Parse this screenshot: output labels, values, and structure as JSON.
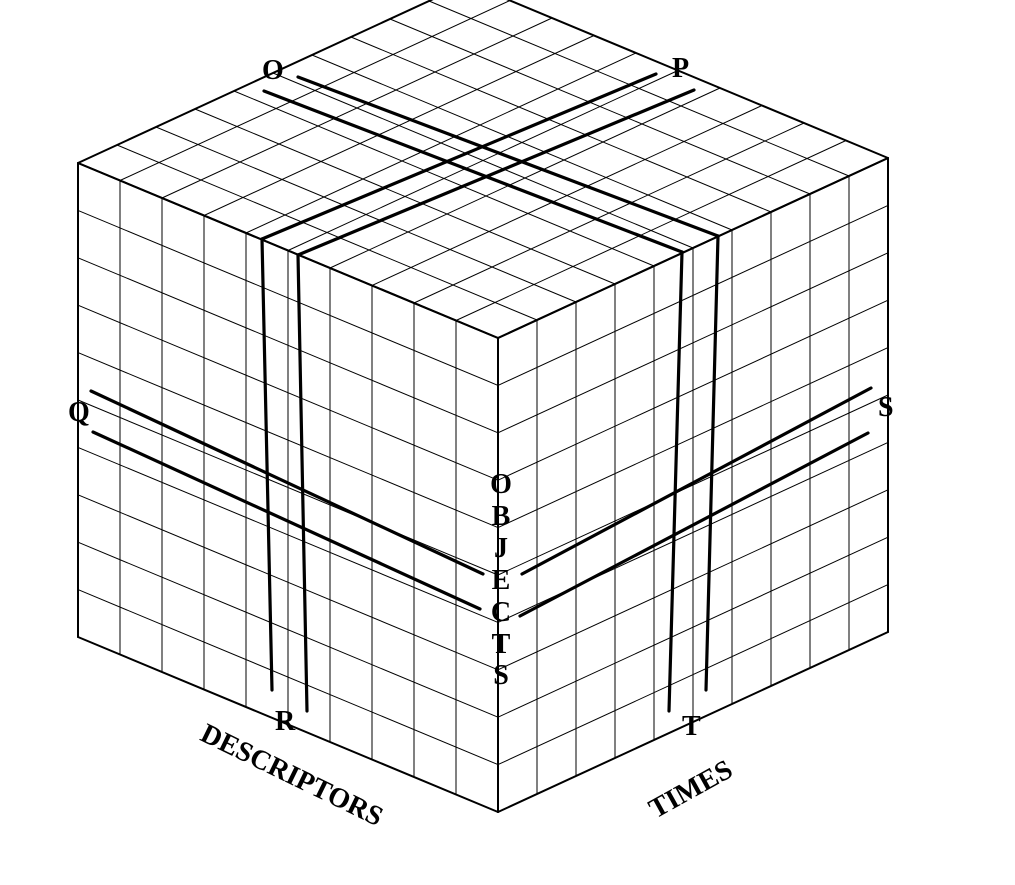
{
  "diagram": {
    "colors": {
      "background": "#ffffff",
      "ink": "#000000"
    },
    "grid_cells": 10,
    "slice_labels": {
      "o": "O",
      "p": "P",
      "q": "Q",
      "r": "R",
      "s": "S",
      "t": "T"
    },
    "axes": {
      "objects_letters": [
        "O",
        "B",
        "J",
        "E",
        "C",
        "T",
        "S"
      ],
      "descriptors": "DESCRIPTORS",
      "times": "TIMES"
    }
  }
}
